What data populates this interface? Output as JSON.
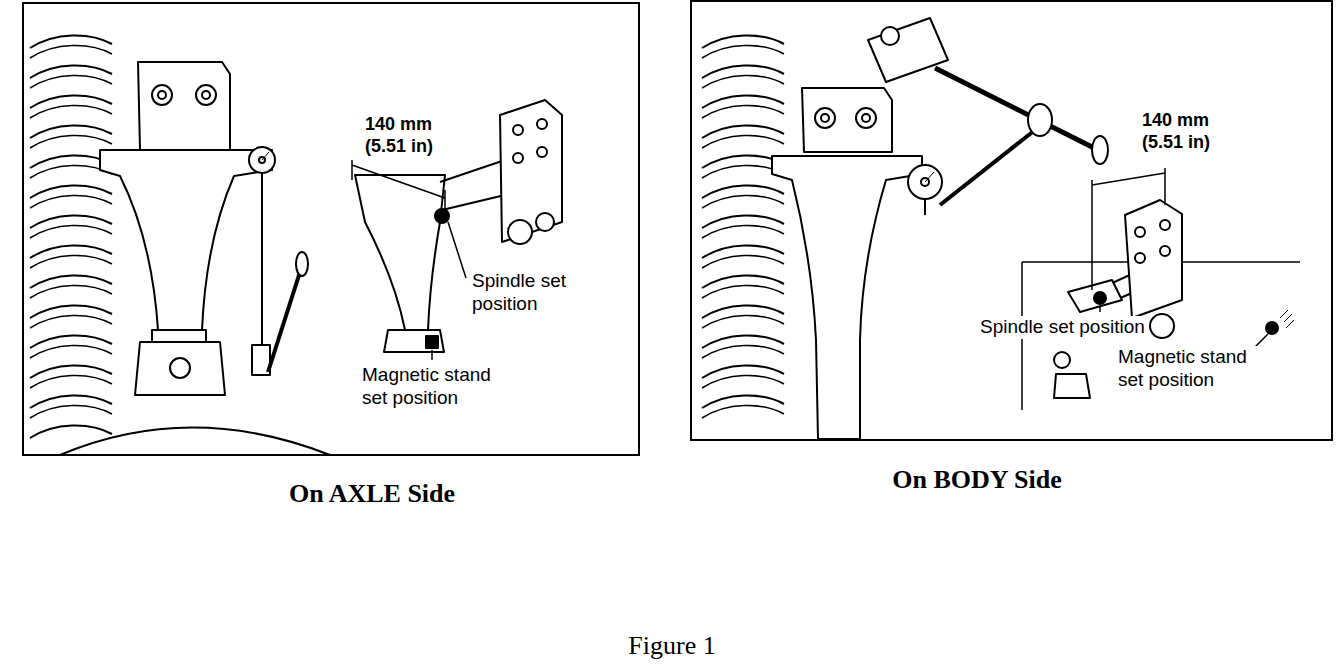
{
  "diagram": {
    "caption": "Figure 1",
    "nodes": [
      {
        "text": [
          "On AXLE Side"
        ]
      },
      {
        "text": [
          "On BODY Side"
        ]
      }
    ],
    "labels": [
      "140 mm (5.51 in)",
      "Spindle set position",
      "Magnetic stand set position",
      "140 mm (5.51 in)",
      "Spindle set position",
      "Magnetic stand set position"
    ]
  }
}
